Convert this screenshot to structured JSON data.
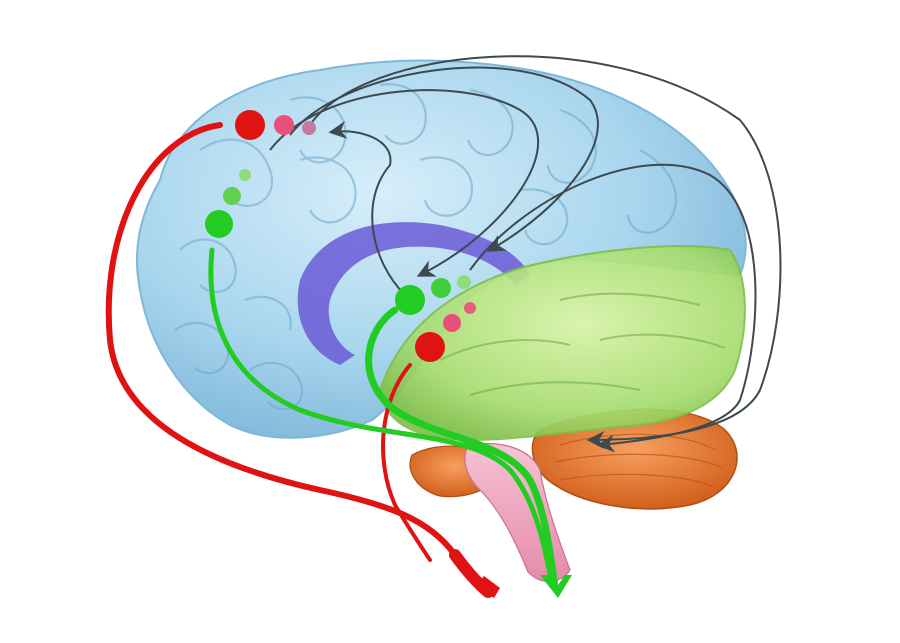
{
  "colors": {
    "background": "#ffffff",
    "cerebrum": "#a9d6ee",
    "cerebrum_edge": "#7fb7d9",
    "temporal_lobe": "#b2e27c",
    "temporal_edge": "#7fbf4a",
    "limbic_band": "#6a5bd6",
    "cerebellum": "#e87a2e",
    "brainstem": "#f0a8c0",
    "pathway_red": "#e01313",
    "pathway_green": "#22cc22",
    "connector": "#3c4a4f",
    "node_pink": "#e8507a",
    "node_mauve": "#c77aa0",
    "node_light_green": "#8fdc7a"
  },
  "diagram": {
    "subject": "brain-lateral-view",
    "regions": [
      "cerebrum",
      "temporal-lobe",
      "limbic-band",
      "cerebellum",
      "brainstem"
    ],
    "pathways": [
      "red-pathway-frontal",
      "red-pathway-temporal",
      "green-pathway-frontal",
      "green-pathway-temporal"
    ],
    "node_groups": [
      "frontal-red-nodes",
      "frontal-green-nodes",
      "temporal-green-nodes",
      "temporal-red-nodes"
    ]
  }
}
